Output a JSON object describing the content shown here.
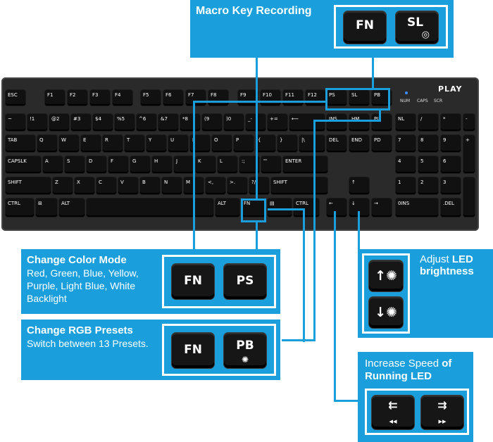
{
  "brand": "PLAY",
  "indicators": [
    "NUM",
    "CAPS",
    "SCR"
  ],
  "function_keys": [
    "ESC",
    "F1",
    "F2",
    "F3",
    "F4",
    "F5",
    "F6",
    "F7",
    "F8",
    "F9",
    "F10",
    "F11",
    "F12",
    "PS",
    "SL",
    "PB"
  ],
  "keyboard_rows": {
    "number": [
      "~",
      "!1",
      "@2",
      "#3",
      "$4",
      "%5",
      "^6",
      "&7",
      "*8",
      "(9",
      ")0",
      "_-",
      "+="
    ],
    "qwerty": [
      "TAB",
      "Q",
      "W",
      "E",
      "R",
      "T",
      "Y",
      "U",
      "I",
      "O",
      "P",
      "{",
      "}",
      "|\\"
    ],
    "home": [
      "CAPSLK",
      "A",
      "S",
      "D",
      "F",
      "G",
      "H",
      "J",
      "K",
      "L",
      ":;",
      "\"'"
    ],
    "bottom": [
      "SHIFT",
      "Z",
      "X",
      "C",
      "V",
      "B",
      "N",
      "M",
      "<,",
      ">.",
      "?/",
      "SHIFT"
    ],
    "space": [
      "CTRL",
      "⊞",
      "ALT",
      "ALT",
      "FN",
      "▤",
      "CTRL"
    ],
    "nav": [
      "INS",
      "HM",
      "PU",
      "DEL",
      "END",
      "PD"
    ],
    "numpad": [
      "NL",
      "/",
      "*",
      "-",
      "7",
      "8",
      "9",
      "+",
      "4",
      "5",
      "6",
      "1",
      "2",
      "3",
      "0INS",
      ".DEL"
    ]
  },
  "callouts": {
    "macro": {
      "title": "Macro Key Recording",
      "keys": [
        {
          "label": "FN"
        },
        {
          "label": "SL",
          "symbol": "◎"
        }
      ]
    },
    "color": {
      "title": "Change Color Mode",
      "description": "Red, Green, Blue, Yellow, Purple, Light Blue, White Backlight",
      "keys": [
        {
          "label": "FN"
        },
        {
          "label": "PS"
        }
      ]
    },
    "rgb": {
      "title": "Change RGB Presets",
      "description": "Switch between 13 Presets.",
      "keys": [
        {
          "label": "FN"
        },
        {
          "label": "PB",
          "symbol": "✺"
        }
      ]
    },
    "led": {
      "title_plain": "Adjust ",
      "title_bold": "LED brightness",
      "keys": [
        {
          "icon": "↑✺"
        },
        {
          "icon": "↓✺"
        }
      ]
    },
    "speed": {
      "title_plain": "Increase Speed ",
      "title_bold_1": "of",
      "title_bold_2": "Running LED",
      "keys": [
        {
          "icon": "⇇",
          "symbol": "◂◂"
        },
        {
          "icon": "⇉",
          "symbol": "▸▸"
        }
      ]
    }
  },
  "colors": {
    "accent": "#1a9fdc",
    "key": "#161616",
    "keyboard": "#2a2a2a",
    "white": "#ffffff"
  }
}
